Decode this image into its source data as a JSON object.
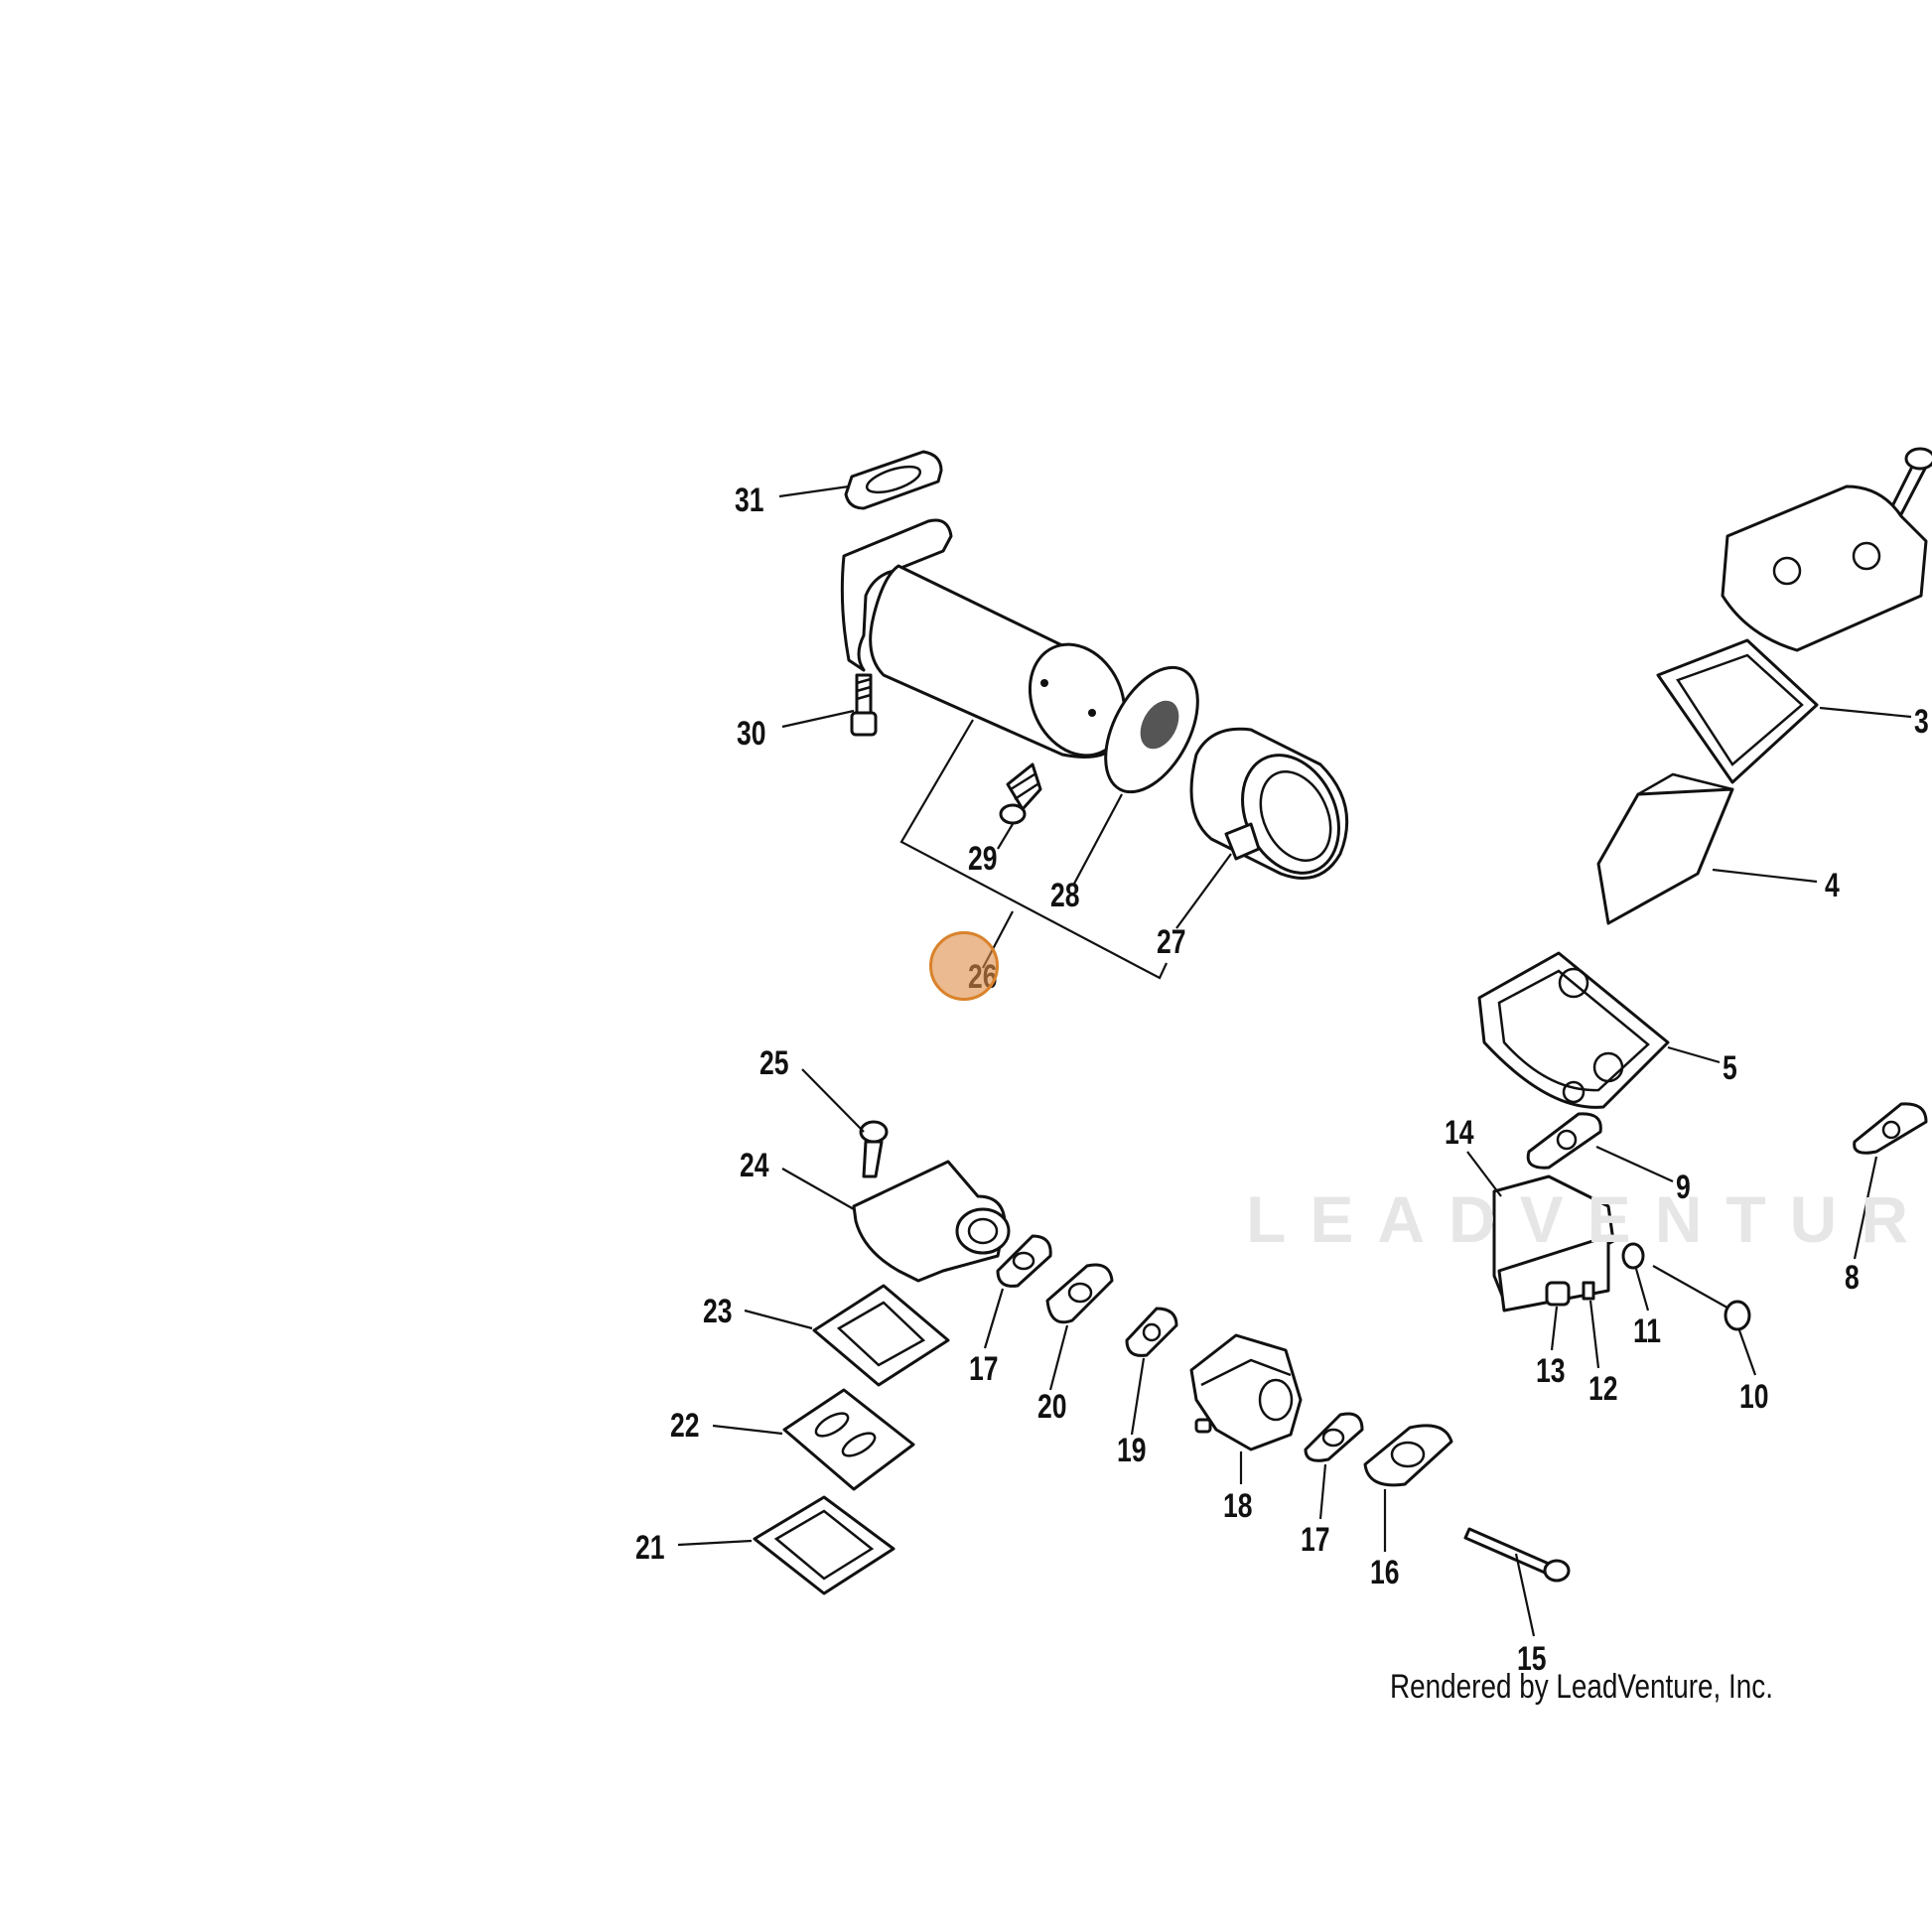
{
  "callouts": [
    {
      "id": "31",
      "label": "31"
    },
    {
      "id": "30",
      "label": "30"
    },
    {
      "id": "29",
      "label": "29"
    },
    {
      "id": "28",
      "label": "28"
    },
    {
      "id": "27",
      "label": "27"
    },
    {
      "id": "26",
      "label": "26"
    },
    {
      "id": "25",
      "label": "25"
    },
    {
      "id": "24",
      "label": "24"
    },
    {
      "id": "23",
      "label": "23"
    },
    {
      "id": "22",
      "label": "22"
    },
    {
      "id": "21",
      "label": "21"
    },
    {
      "id": "20",
      "label": "20"
    },
    {
      "id": "19",
      "label": "19"
    },
    {
      "id": "18",
      "label": "18"
    },
    {
      "id": "17a",
      "label": "17"
    },
    {
      "id": "17b",
      "label": "17"
    },
    {
      "id": "16",
      "label": "16"
    },
    {
      "id": "15",
      "label": "15"
    },
    {
      "id": "14",
      "label": "14"
    },
    {
      "id": "13",
      "label": "13"
    },
    {
      "id": "12",
      "label": "12"
    },
    {
      "id": "11",
      "label": "11"
    },
    {
      "id": "10",
      "label": "10"
    },
    {
      "id": "9",
      "label": "9"
    },
    {
      "id": "8",
      "label": "8"
    },
    {
      "id": "5",
      "label": "5"
    },
    {
      "id": "4",
      "label": "4"
    },
    {
      "id": "3",
      "label": "3"
    }
  ],
  "watermark": "LEADVENTURE",
  "credit": "Rendered by LeadVenture, Inc.",
  "hotspot": {
    "part": "26",
    "color": "#d9822b"
  }
}
